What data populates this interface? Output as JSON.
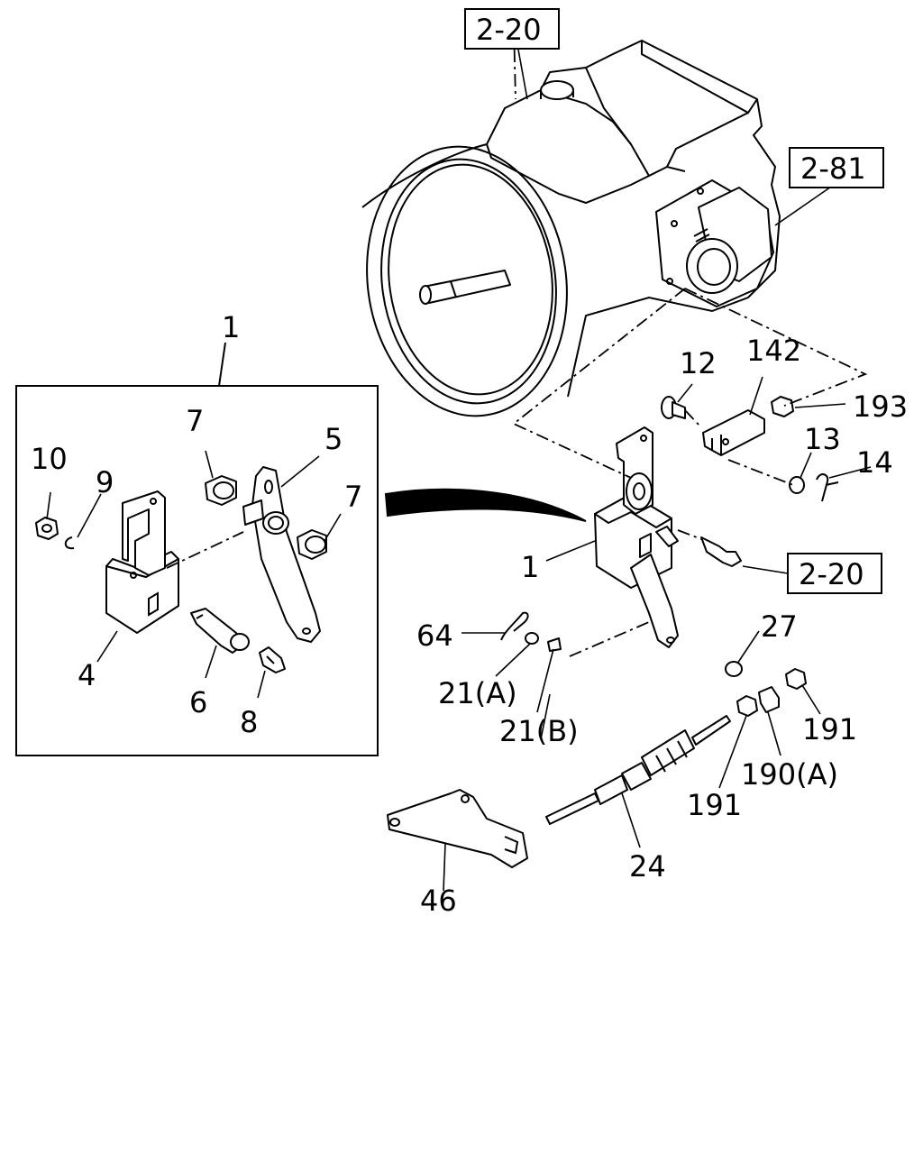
{
  "references": {
    "top": "2-20",
    "right_top": "2-81",
    "right_mid": "2-20"
  },
  "callouts": {
    "kit": "1",
    "p10": "10",
    "p9": "9",
    "p7a": "7",
    "p5": "5",
    "p7b": "7",
    "p4": "4",
    "p6": "6",
    "p8": "8",
    "p12": "12",
    "p142": "142",
    "p193": "193",
    "p13": "13",
    "p14": "14",
    "p1": "1",
    "p64": "64",
    "p21a": "21(A)",
    "p21b": "21(B)",
    "p27": "27",
    "p191a": "191",
    "p190a": "190(A)",
    "p191b": "191",
    "p24": "24",
    "p46": "46"
  }
}
